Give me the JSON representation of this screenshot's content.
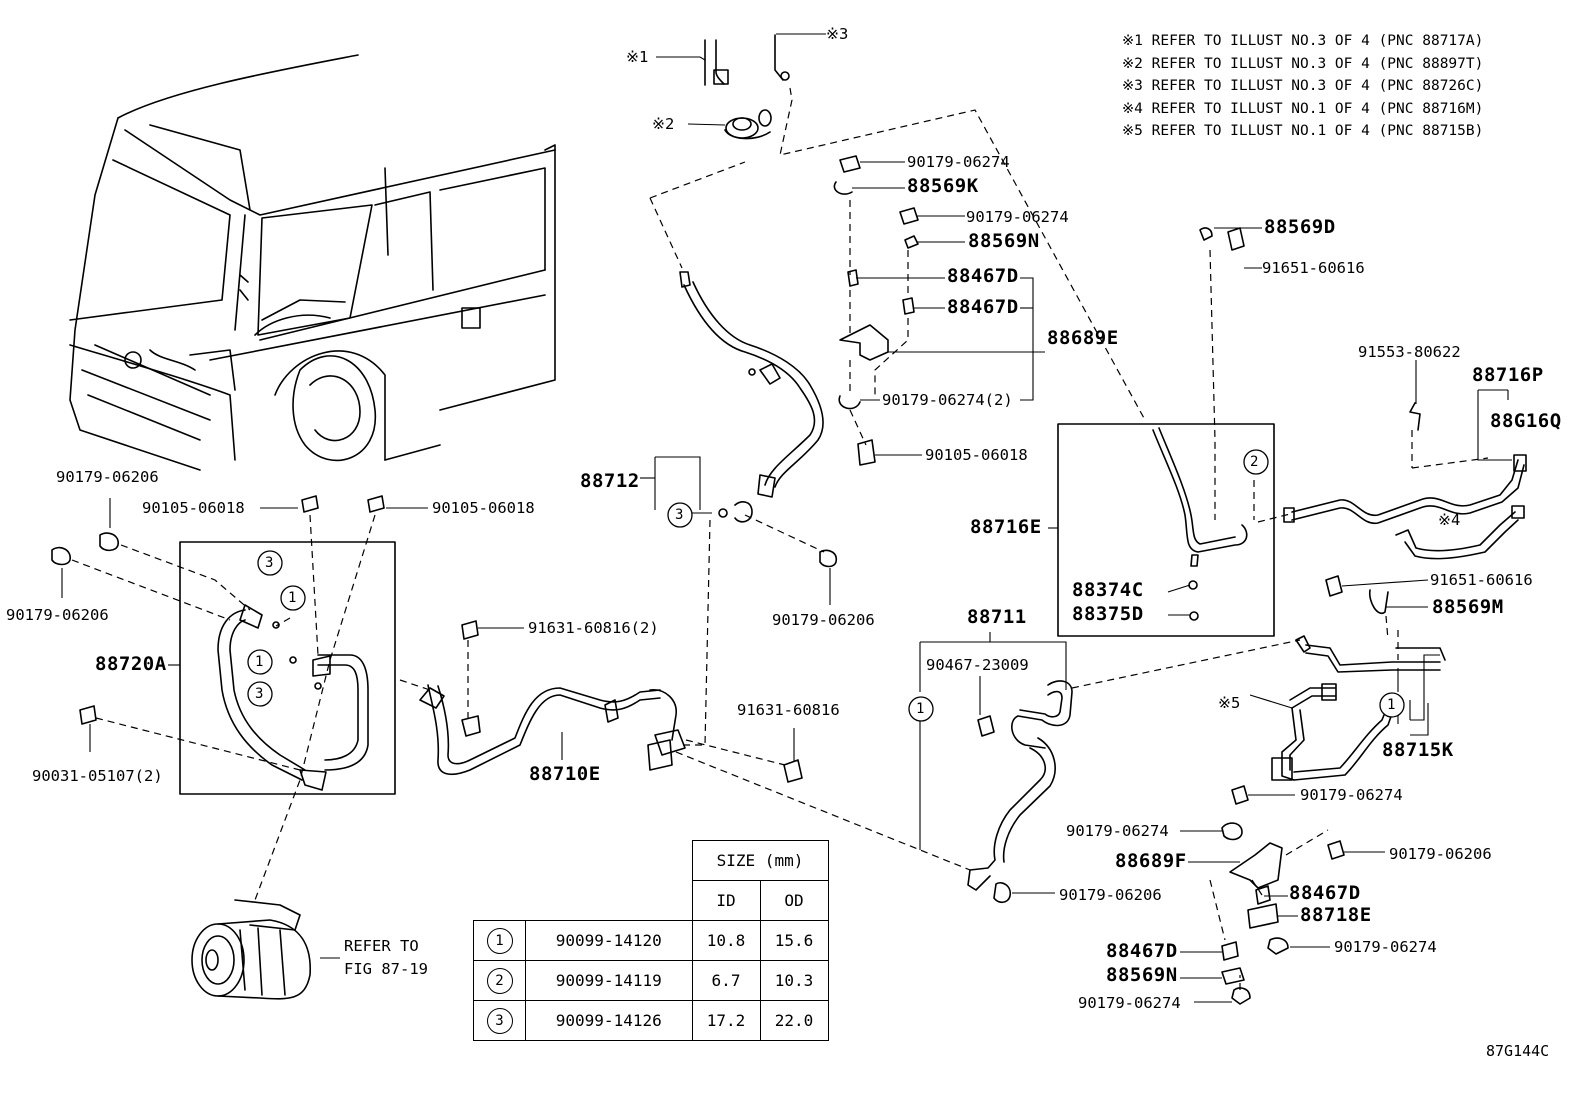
{
  "notes": [
    "※1 REFER TO ILLUST NO.3 OF 4 (PNC 88717A)",
    "※2 REFER TO ILLUST NO.3 OF 4 (PNC 88897T)",
    "※3 REFER TO ILLUST NO.3 OF 4 (PNC 88726C)",
    "※4 REFER TO ILLUST NO.1 OF 4 (PNC 88716M)",
    "※5 REFER TO ILLUST NO.1 OF 4 (PNC 88715B)"
  ],
  "labels": {
    "ref1": "※1",
    "ref2": "※2",
    "ref3": "※3",
    "ref4": "※4",
    "ref5": "※5",
    "p90179_06274_a": "90179-06274",
    "p88569K": "88569K",
    "p90179_06274_b": "90179-06274",
    "p88569N_a": "88569N",
    "p88467D_a": "88467D",
    "p88467D_b": "88467D",
    "p88689E": "88689E",
    "p90179_06274_2": "90179-06274(2)",
    "p90105_06018_a": "90105-06018",
    "p88569D": "88569D",
    "p91651_60616_a": "91651-60616",
    "p91553_80622": "91553-80622",
    "p88716P": "88716P",
    "p88G16Q": "88G16Q",
    "p88716E": "88716E",
    "p88374C": "88374C",
    "p88375D": "88375D",
    "p91651_60616_b": "91651-60616",
    "p88569M": "88569M",
    "p88712": "88712",
    "p90179_06206_a": "90179-06206",
    "p90105_06018_b": "90105-06018",
    "p90105_06018_c": "90105-06018",
    "p90179_06206_b": "90179-06206",
    "p88720A": "88720A",
    "p90031_05107": "90031-05107(2)",
    "p91631_60816_2": "91631-60816(2)",
    "p90179_06206_c": "90179-06206",
    "p91631_60816": "91631-60816",
    "p88710E": "88710E",
    "p88711": "88711",
    "p90467_23009": "90467-23009",
    "p88715K": "88715K",
    "p90179_06274_c": "90179-06274",
    "p90179_06274_d": "90179-06274",
    "p88689F": "88689F",
    "p90179_06206_d": "90179-06206",
    "p90179_06206_e": "90179-06206",
    "p88467D_c": "88467D",
    "p88718E": "88718E",
    "p88467D_d": "88467D",
    "p90179_06274_e": "90179-06274",
    "p88569N_b": "88569N",
    "p90179_06274_f": "90179-06274",
    "refer_line1": "REFER TO",
    "refer_line2": "FIG 87-19",
    "c1": "1",
    "c2": "2",
    "c3": "3"
  },
  "size_table": {
    "header": "SIZE (mm)",
    "col_id": "ID",
    "col_od": "OD",
    "rows": [
      {
        "mark": "1",
        "part": "90099-14120",
        "id": "10.8",
        "od": "15.6"
      },
      {
        "mark": "2",
        "part": "90099-14119",
        "id": "6.7",
        "od": "10.3"
      },
      {
        "mark": "3",
        "part": "90099-14126",
        "id": "17.2",
        "od": "22.0"
      }
    ]
  },
  "figure_code": "87G144C"
}
